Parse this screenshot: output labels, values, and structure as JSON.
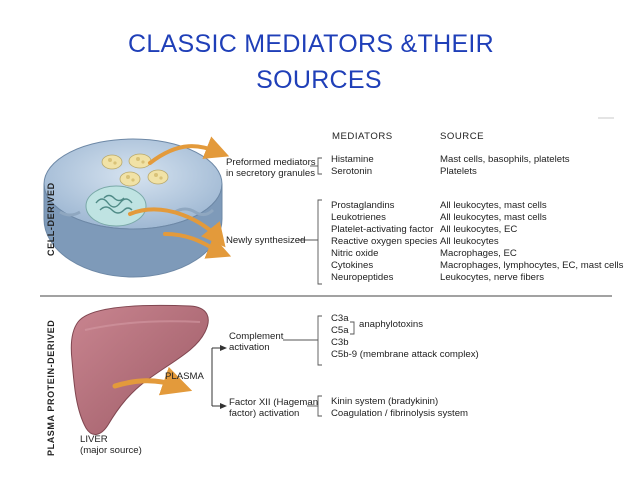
{
  "title": {
    "line1": "CLASSIC MEDIATORS &THEIR",
    "line2": "SOURCES"
  },
  "section_labels": {
    "cell_derived": "CELL-DERIVED",
    "plasma_derived": "PLASMA PROTEIN-DERIVED"
  },
  "column_headers": {
    "mediators": "MEDIATORS",
    "source": "SOURCE"
  },
  "cell_groups": {
    "preformed": "Preformed mediators\nin secretory granules",
    "newly": "Newly synthesized"
  },
  "preformed_rows": [
    {
      "mediator": "Histamine",
      "source": "Mast cells, basophils, platelets"
    },
    {
      "mediator": "Serotonin",
      "source": "Platelets"
    }
  ],
  "newly_rows": [
    {
      "mediator": "Prostaglandins",
      "source": "All leukocytes, mast cells"
    },
    {
      "mediator": "Leukotrienes",
      "source": "All leukocytes, mast cells"
    },
    {
      "mediator": "Platelet-activating factor",
      "source": "All leukocytes, EC"
    },
    {
      "mediator": "Reactive oxygen species",
      "source": "All leukocytes"
    },
    {
      "mediator": "Nitric oxide",
      "source": "Macrophages, EC"
    },
    {
      "mediator": "Cytokines",
      "source": "Macrophages, lymphocytes, EC, mast cells"
    },
    {
      "mediator": "Neuropeptides",
      "source": "Leukocytes, nerve fibers"
    }
  ],
  "plasma": {
    "plasma_label": "PLASMA",
    "liver_label": "LIVER\n(major source)",
    "complement_label": "Complement\nactivation",
    "factor_label": "Factor XII (Hageman\nfactor) activation",
    "complement_items": [
      "C3a",
      "C5a",
      "C3b",
      "C5b-9 (membrane attack complex)"
    ],
    "anaphylotoxins": "anaphylotoxins",
    "factor_items": [
      "Kinin system (bradykinin)",
      "Coagulation / fibrinolysis system"
    ]
  },
  "colors": {
    "title": "#1f3fb8",
    "cell": "#b9cde2",
    "liver": "#b4707b",
    "arrow": "#e39a3b",
    "granule": "#f1e2a6"
  }
}
